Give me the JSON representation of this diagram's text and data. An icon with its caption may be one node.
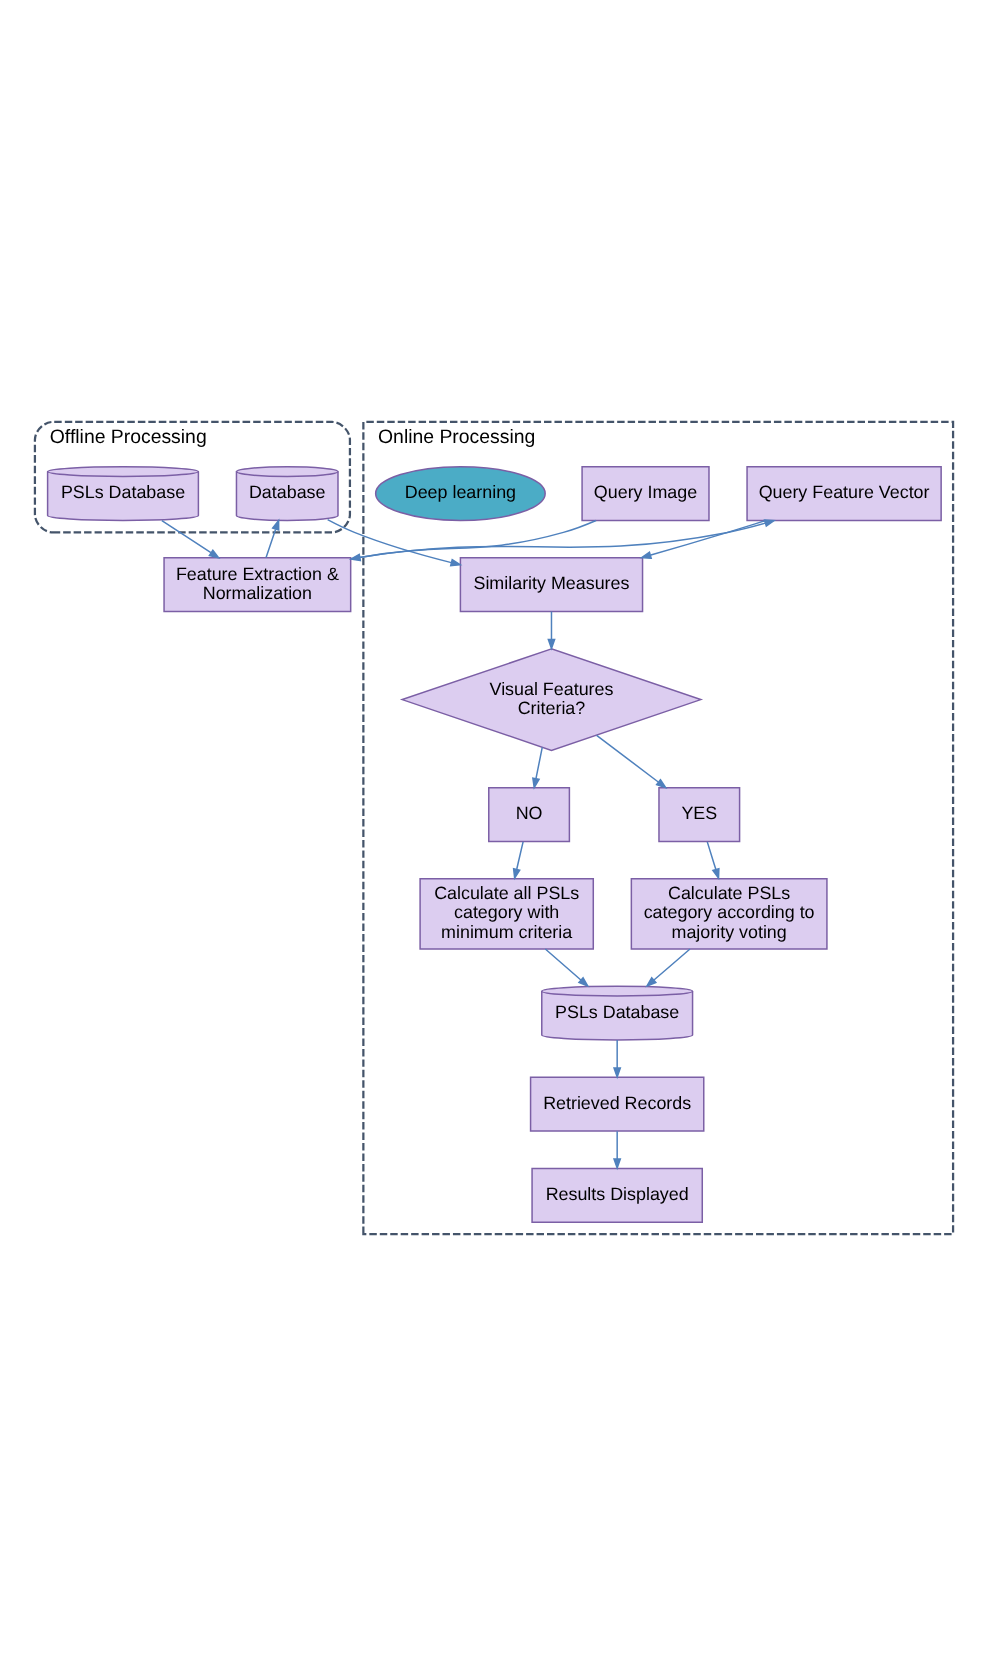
{
  "diagram": {
    "nodes": [
      {
        "text": [
          "Offline Processing"
        ]
      },
      {
        "text": [
          "PSLs Database"
        ],
        "in": 0
      },
      {
        "text": [
          "Online Processing"
        ]
      },
      {
        "text": [
          "Database"
        ],
        "in": 0
      },
      {
        "text": [
          "Feature Extraction & Normalization"
        ]
      },
      {
        "text": [
          "Query Image"
        ],
        "in": 2
      },
      {
        "text": [
          "Query Feature Vector"
        ],
        "in": 2
      },
      {
        "text": [
          "Similarity Measures"
        ],
        "in": 2
      },
      {
        "text": [
          "Deep learning"
        ],
        "in": 2
      },
      {
        "text": [
          "Visual Features Criteria?"
        ],
        "in": 2
      },
      {
        "text": [
          "NO"
        ],
        "in": 2
      },
      {
        "text": [
          "YES"
        ],
        "in": 2
      },
      {
        "text": [
          "Calculate all PSLs category with minimum criteria"
        ],
        "in": 2
      },
      {
        "text": [
          "PSLs Database"
        ],
        "in": 2
      },
      {
        "text": [
          "Calculate PSLs category according to majority voting"
        ],
        "in": 2
      },
      {
        "text": [
          "Retrieved Records"
        ],
        "in": 2
      },
      {
        "text": [
          "Results Displayed"
        ],
        "in": 2
      }
    ],
    "edges": [
      {
        "from": 1,
        "to": 4,
        "arrow": "to"
      },
      {
        "from": 5,
        "to": 4,
        "arrow": "to"
      },
      {
        "from": 4,
        "to": 3,
        "arrow": "to"
      },
      {
        "from": 4,
        "to": 6,
        "arrow": "to"
      },
      {
        "from": 6,
        "to": 7,
        "arrow": "to"
      },
      {
        "from": 3,
        "to": 7,
        "arrow": "to"
      },
      {
        "from": 7,
        "to": 9,
        "arrow": "to"
      },
      {
        "from": 9,
        "to": 10,
        "arrow": "to"
      },
      {
        "from": 9,
        "to": 11,
        "arrow": "to"
      },
      {
        "from": 10,
        "to": 12,
        "arrow": "to"
      },
      {
        "from": 11,
        "to": 14,
        "arrow": "to"
      },
      {
        "from": 12,
        "to": 13,
        "arrow": "to"
      },
      {
        "from": 14,
        "to": 13,
        "arrow": "to"
      },
      {
        "from": 13,
        "to": 15,
        "arrow": "to"
      },
      {
        "from": 15,
        "to": 16,
        "arrow": "to"
      }
    ]
  }
}
